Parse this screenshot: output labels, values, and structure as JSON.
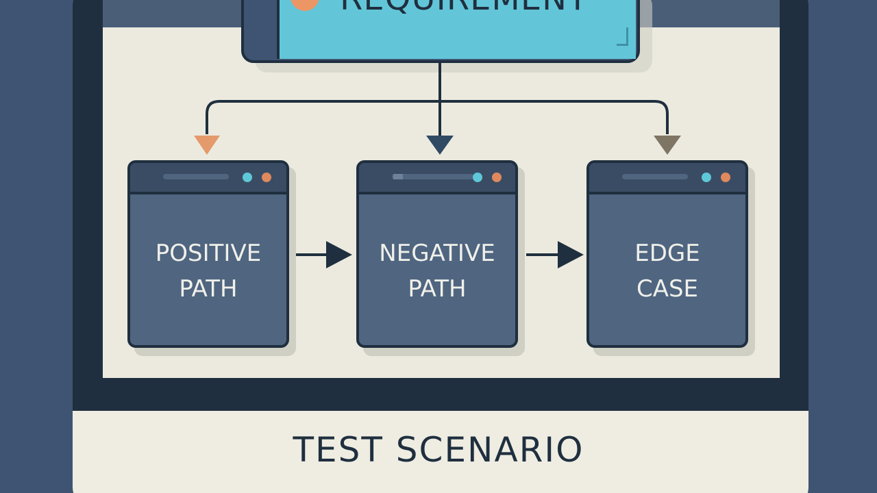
{
  "requirement": {
    "label": "REQUIREMENT"
  },
  "cards": [
    {
      "line1": "POSITIVE",
      "line2": "PATH"
    },
    {
      "line1": "NEGATIVE",
      "line2": "PATH"
    },
    {
      "line1": "EDGE",
      "line2": "CASE"
    }
  ],
  "caption": "TEST SCENARIO",
  "colors": {
    "background": "#3f5472",
    "frame": "#1f2f3f",
    "screen": "#eceadf",
    "requirement_fill": "#62c6d8",
    "card_fill": "#4f6580",
    "arrow_left": "#e49a6a",
    "arrow_mid": "#2f4a62",
    "arrow_right": "#7f7565",
    "dot_teal": "#5ec8d8",
    "dot_orange": "#e0895e"
  }
}
